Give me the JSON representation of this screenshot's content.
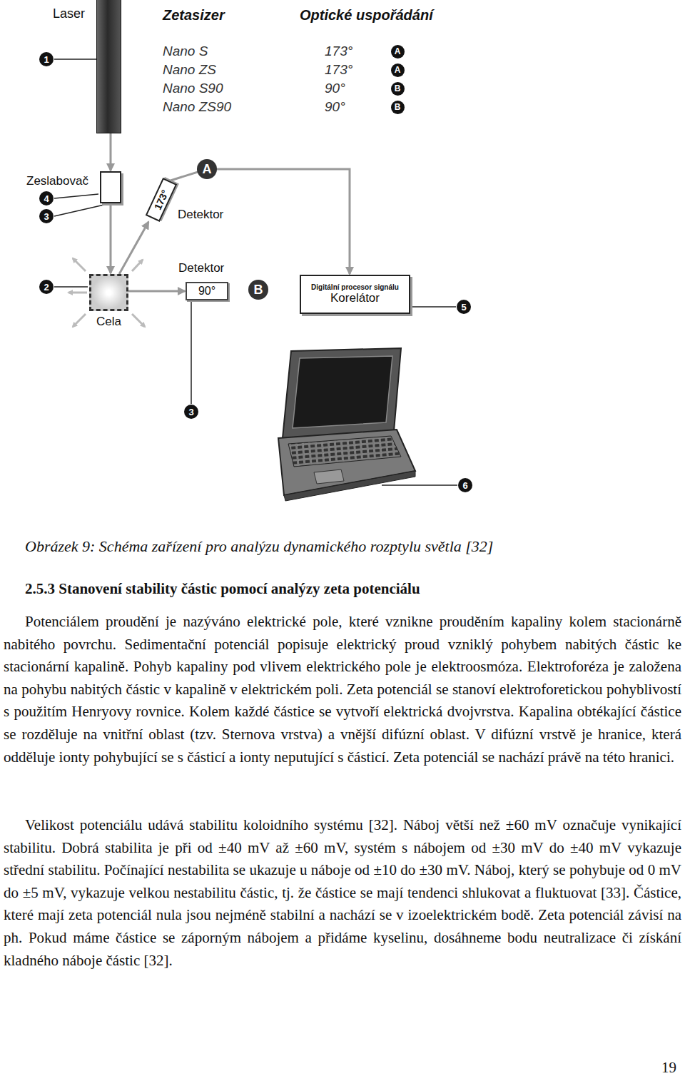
{
  "diagram": {
    "caption": "Obrázek 9: Schéma zařízení pro analýzu dynamického rozptylu světla [32]",
    "nodes": [
      {
        "text": [
          "Laser"
        ]
      },
      {
        "text": [
          "Zeslabovač"
        ]
      },
      {
        "text": [
          "Cela"
        ]
      },
      {
        "text": [
          "173°",
          "Detektor"
        ]
      },
      {
        "text": [
          "Detektor",
          "90°"
        ]
      },
      {
        "text": [
          "Digitální procesor signálu",
          "Korelátor"
        ]
      }
    ],
    "edges": [
      {
        "from": 0,
        "to": 1,
        "arrow": "to"
      },
      {
        "from": 1,
        "to": 2,
        "arrow": "to"
      },
      {
        "from": 2,
        "to": 3,
        "arrow": "to"
      },
      {
        "from": 2,
        "to": 4,
        "arrow": "to"
      },
      {
        "from": 3,
        "to": 5,
        "arrow": "to"
      }
    ],
    "labels": [
      "Zetasizer",
      "Optické uspořádání",
      "Nano S",
      "173°",
      "A",
      "Nano ZS",
      "173°",
      "A",
      "Nano S90",
      "90°",
      "B",
      "Nano ZS90",
      "90°",
      "B",
      "1",
      "4",
      "3",
      "2",
      "A",
      "B",
      "3",
      "5",
      "6",
      "2.5.3 Stanovení stability částic pomocí analýzy zeta potenciálu",
      "Potenciálem proudění je nazýváno elektrické pole, které vznikne prouděním kapaliny kolem stacionárně nabitého povrchu. Sedimentační potenciál popisuje elektrický proud vzniklý pohybem nabitých částic ke stacionární kapalině. Pohyb kapaliny pod vlivem elektrického pole je elektroosmóza. Elektroforéza je založena na pohybu nabitých částic v kapalině v elektrickém poli. Zeta potenciál se stanoví elektroforetickou pohyblivostí s použitím Henryovy rovnice. Kolem každé částice se vytvoří elektrická dvojvrstva. Kapalina obtékající částice se rozděluje na vnitřní oblast (tzv. Sternova vrstva) a vnější difúzní oblast. V difúzní vrstvě je hranice, která odděluje ionty pohybující se s částicí a ionty neputující s částicí. Zeta potenciál se nachází právě na této hranici.",
      "Velikost potenciálu udává stabilitu koloidního systému [32]. Náboj větší než ±60 mV označuje vynikající stabilitu. Dobrá stabilita je při od ±40 mV až ±60 mV, systém s nábojem od ±30 mV do ±40 mV vykazuje střední stabilitu. Počínající nestabilita se ukazuje u náboje od ±10 do ±30 mV. Náboj, který se pohybuje od 0 mV do ±5 mV, vykazuje velkou nestabilitu částic, tj. že částice se mají tendenci shlukovat a fluktuovat [33]. Částice, které mají zeta potenciál nula jsou nejméně stabilní a nachází se v izoelektrickém bodě. Zeta potenciál závisí na ph. Pokud máme částice se záporným nábojem a přidáme kyselinu, dosáhneme bodu neutralizace či získání kladného náboje částic [32].",
      "19"
    ]
  }
}
